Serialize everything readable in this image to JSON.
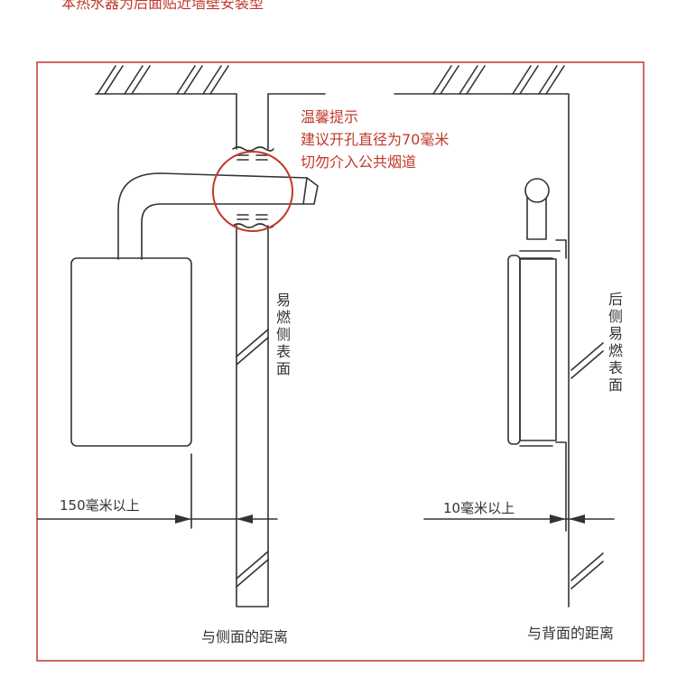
{
  "title": "本热水器为后面贴近墙壁安装型",
  "tip": {
    "heading": "温馨提示",
    "line1": "建议开孔直径为70毫米",
    "line2": "切勿介入公共烟道"
  },
  "side_view": {
    "wall_label": "易燃侧表面",
    "dimension": "150毫米以上",
    "caption": "与侧面的距离"
  },
  "back_view": {
    "wall_label": "后侧易燃表面",
    "dimension": "10毫米以上",
    "caption": "与背面的距离"
  },
  "colors": {
    "accent": "#c0392b",
    "line": "#333333"
  }
}
